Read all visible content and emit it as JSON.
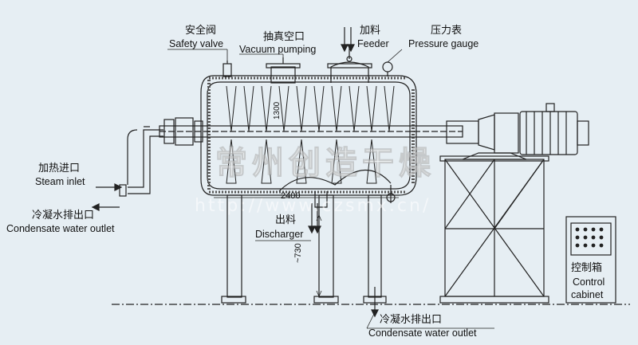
{
  "labels": {
    "safety_valve_cn": "安全阀",
    "safety_valve_en": "Safety valve",
    "vacuum_cn": "抽真空口",
    "vacuum_en": "Vacuum pumping",
    "feeder_cn": "加料",
    "feeder_en": "Feeder",
    "pressure_cn": "压力表",
    "pressure_en": "Pressure gauge",
    "steam_cn": "加热进口",
    "steam_en": "Steam inlet",
    "condensate_left_cn": "冷凝水排出口",
    "condensate_left_en": "Condensate water outlet",
    "discharge_cn": "出料",
    "discharge_en": "Discharger",
    "condensate_bottom_cn": "冷凝水排出口",
    "condensate_bottom_en": "Condensate water outlet",
    "control_cn": "控制箱",
    "control_en_1": "Control",
    "control_en_2": "cabinet"
  },
  "dimensions": {
    "length": "2400",
    "height": "~730",
    "diameter": "1300"
  },
  "watermark": {
    "logo_text": "常州创造干燥",
    "url": "http://www.czsmx.cn/"
  },
  "colors": {
    "background": "#e6eef3",
    "line": "#222222",
    "shell_hatch": "#555555"
  }
}
